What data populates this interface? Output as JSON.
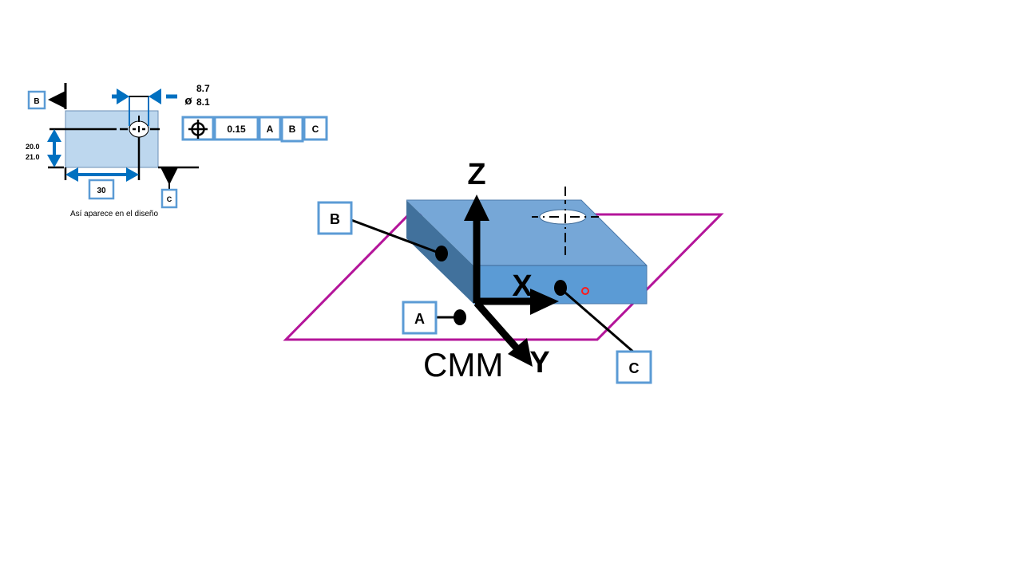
{
  "drawing": {
    "datum_b": "B",
    "datum_c": "C",
    "diameter_symbol": "ø",
    "diameter_max": "8.7",
    "diameter_min": "8.1",
    "height_max": "20.0",
    "height_min": "21.0",
    "width": "30",
    "caption": "Así aparece en el diseño",
    "fcf": {
      "tolerance": "0.15",
      "datum_1": "A",
      "datum_2": "B",
      "datum_3": "C"
    }
  },
  "iso": {
    "axis_z": "Z",
    "axis_x": "X",
    "axis_y": "Y",
    "datum_a": "A",
    "datum_b": "B",
    "datum_c": "C",
    "machine": "CMM"
  },
  "colors": {
    "accent_blue": "#2e75b6",
    "dim_blue": "#0070c0",
    "plane_magenta": "#b4159a",
    "part_light": "#bdd7ee",
    "block_top": "#76a7d7",
    "block_front": "#5b9bd5",
    "block_side": "#41719c"
  }
}
